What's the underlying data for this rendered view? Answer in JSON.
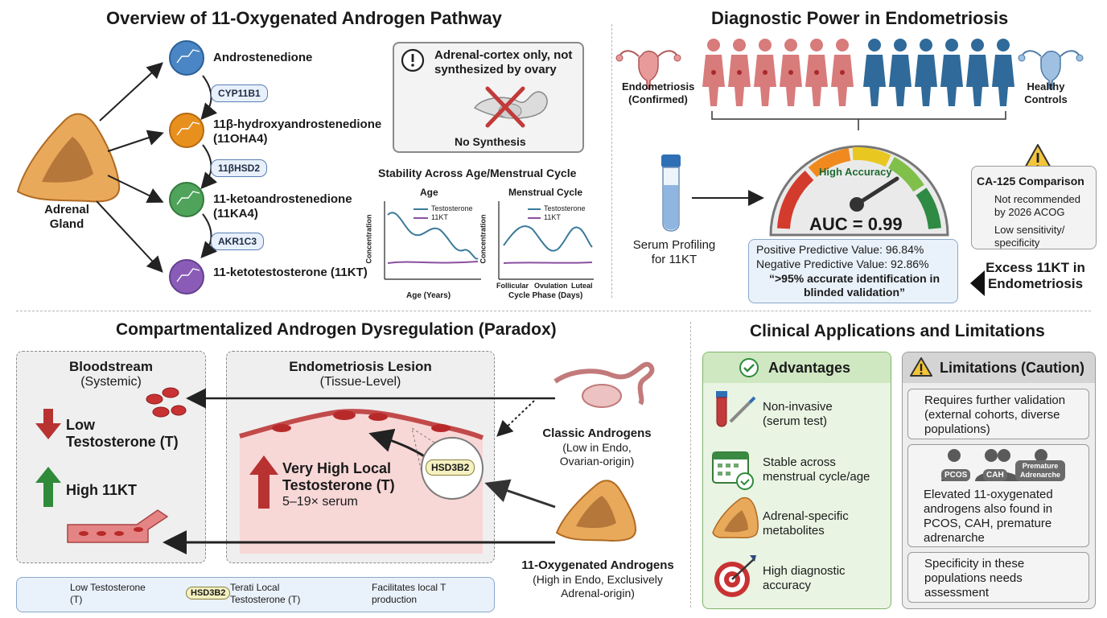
{
  "pathway": {
    "title": "Overview of 11-Oxygenated Androgen Pathway",
    "adrenal_label": "Adrenal Gland",
    "metabolites": [
      {
        "name": "Androstenedione",
        "color": "#4a86c5"
      },
      {
        "name": "11β-hydroxyandrostenedione (11OHA4)",
        "color": "#e8901e"
      },
      {
        "name": "11-ketoandrostenedione (11KA4)",
        "color": "#4fa35a"
      },
      {
        "name": "11-ketotestosterone (11KT)",
        "color": "#8a5cb8"
      }
    ],
    "enzymes": [
      "CYP11B1",
      "11βHSD2",
      "AKR1C3"
    ],
    "note": "Adrenal-cortex only, not synthesized by ovary",
    "no_synthesis": "No Synthesis"
  },
  "stability": {
    "title": "Stability Across Age/Menstrual Cycle",
    "left": {
      "title": "Age",
      "xlabel": "Age (Years)",
      "ylabel": "Concentration"
    },
    "right": {
      "title": "Menstrual Cycle",
      "xlabel": "Cycle Phase (Days)",
      "ylabel": "Concentration",
      "ticks": [
        "Follicular",
        "Ovulation",
        "Luteal"
      ]
    },
    "legend": [
      "Testosterone",
      "11KT"
    ],
    "colors": {
      "testosterone": "#3a7a9a",
      "kt": "#8a4fa0"
    }
  },
  "diagnostic": {
    "title": "Diagnostic Power in Endometriosis",
    "endo_label": "Endometriosis (Confirmed)",
    "control_label": "Healthy Controls",
    "serum_label": "Serum Profiling for 11KT",
    "gauge_label": "High Accuracy",
    "auc": "AUC = 0.99",
    "ppv": "Positive Predictive Value: 96.84%",
    "npv": "Negative Predictive Value: 92.86%",
    "quote": "“>95% accurate identification in blinded validation”",
    "ca125_title": "CA-125 Comparison",
    "ca125_items": [
      "Not recommended by 2026 ACOG",
      "Low sensitivity/ specificity"
    ],
    "excess": "Excess 11KT in Endometriosis"
  },
  "paradox": {
    "title": "Compartmentalized Androgen Dysregulation (Paradox)",
    "blood_title": "Bloodstream",
    "blood_sub": "(Systemic)",
    "low_t": "Low Testosterone (T)",
    "high_kt": "High 11KT",
    "lesion_title": "Endometriosis Lesion",
    "lesion_sub": "(Tissue-Level)",
    "very_high": "Very High Local Testosterone (T)",
    "fold": "5–19× serum",
    "hsd": "HSD3B2",
    "classic_title": "Classic Androgens",
    "classic_sub": "(Low in Endo, Ovarian-origin)",
    "oxy_title": "11-Oxygenated Androgens",
    "oxy_sub": "(High in Endo, Exclusively Adrenal-origin)",
    "legend": {
      "low_t": "Low Testosterone (T)",
      "hsd": "HSD3B2",
      "terati": "Terati Local Testosterone (T)",
      "dotted": "Facilitates local T production"
    }
  },
  "clinical": {
    "title": "Clinical Applications and Limitations",
    "adv_title": "Advantages",
    "advantages": [
      "Non-invasive (serum test)",
      "Stable across menstrual cycle/age",
      "Adrenal-specific metabolites",
      "High diagnostic accuracy"
    ],
    "lim_title": "Limitations (Caution)",
    "limitations": [
      "Requires further validation (external cohorts, diverse populations)",
      "Elevated 11-oxygenated androgens also found in PCOS, CAH, premature adrenarche",
      "Specificity in these populations needs assessment"
    ],
    "badges": [
      "PCOS",
      "CAH",
      "Premature Adrenarche"
    ]
  }
}
